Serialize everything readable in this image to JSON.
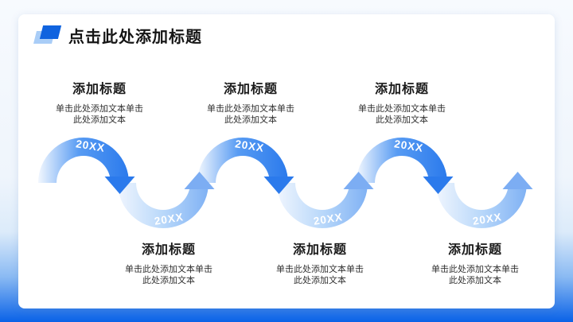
{
  "slide": {
    "title": "点击此处添加标题"
  },
  "blocks": {
    "top": [
      {
        "heading": "添加标题",
        "body_line1": "单击此处添加文本单击",
        "body_line2": "此处添加文本"
      },
      {
        "heading": "添加标题",
        "body_line1": "单击此处添加文本单击",
        "body_line2": "此处添加文本"
      },
      {
        "heading": "添加标题",
        "body_line1": "单击此处添加文本单击",
        "body_line2": "此处添加文本"
      }
    ],
    "bottom": [
      {
        "heading": "添加标题",
        "body_line1": "单击此处添加文本单击",
        "body_line2": "此处添加文本"
      },
      {
        "heading": "添加标题",
        "body_line1": "单击此处添加文本单击",
        "body_line2": "此处添加文本"
      },
      {
        "heading": "添加标题",
        "body_line1": "单击此处添加文本单击",
        "body_line2": "此处添加文本"
      }
    ]
  },
  "wave": {
    "labels": [
      "20XX",
      "20XX",
      "20XX",
      "20XX",
      "20XX",
      "20XX"
    ]
  },
  "colors": {
    "accent": "#1063df",
    "accent_light": "#a9cdf7",
    "arc_strong": "#2b7aec",
    "arc_light": "#7fb1f4",
    "background_bottom": "#0a62e7"
  }
}
